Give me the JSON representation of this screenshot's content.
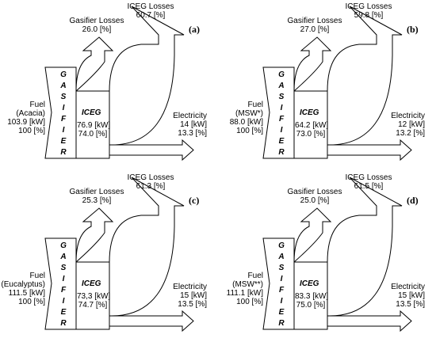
{
  "panels": [
    {
      "tag": "(a)",
      "fuel": {
        "title": "Fuel",
        "source": "(Acacia)",
        "power": "103.9 [kW]",
        "pct": "100 [%]"
      },
      "gasifier": {
        "letters": [
          "G",
          "A",
          "S",
          "I",
          "F",
          "I",
          "E",
          "R"
        ]
      },
      "gasifier_losses": {
        "title": "Gasifier Losses",
        "value": "26.0 [%]"
      },
      "iceg": {
        "title": "ICEG",
        "power": "76.9 [kW]",
        "pct": "74.0 [%]"
      },
      "iceg_losses": {
        "title": "ICEG Losses",
        "value": "60.7 [%]"
      },
      "electricity": {
        "title": "Electricity",
        "power": "14 [kW]",
        "pct": "13.3 [%]"
      }
    },
    {
      "tag": "(b)",
      "fuel": {
        "title": "Fuel",
        "source": "(MSW*)",
        "power": "88.0 [kW]",
        "pct": "100 [%]"
      },
      "gasifier": {
        "letters": [
          "G",
          "A",
          "S",
          "I",
          "F",
          "I",
          "E",
          "R"
        ]
      },
      "gasifier_losses": {
        "title": "Gasifier Losses",
        "value": "27.0 [%]"
      },
      "iceg": {
        "title": "ICEG",
        "power": "64.2 [kW]",
        "pct": "73.0 [%]"
      },
      "iceg_losses": {
        "title": "ICEG Losses",
        "value": "59.8 [%]"
      },
      "electricity": {
        "title": "Electricity",
        "power": "12 [kW]",
        "pct": "13.2 [%]"
      }
    },
    {
      "tag": "(c)",
      "fuel": {
        "title": "Fuel",
        "source": "(Eucalyptus)",
        "power": "111.5 [kW]",
        "pct": "100 [%]"
      },
      "gasifier": {
        "letters": [
          "G",
          "A",
          "S",
          "I",
          "F",
          "I",
          "E",
          "R"
        ]
      },
      "gasifier_losses": {
        "title": "Gasifier Losses",
        "value": "25.3 [%]"
      },
      "iceg": {
        "title": "ICEG",
        "power": "73,3 [kW]",
        "pct": "74.7 [%]"
      },
      "iceg_losses": {
        "title": "ICEG Losses",
        "value": "61.3 [%]"
      },
      "electricity": {
        "title": "Electricity",
        "power": "15 [kW]",
        "pct": "13.5 [%]"
      }
    },
    {
      "tag": "(d)",
      "fuel": {
        "title": "Fuel",
        "source": "(MSW**)",
        "power": "111.1 [kW]",
        "pct": "100 [%]"
      },
      "gasifier": {
        "letters": [
          "G",
          "A",
          "S",
          "I",
          "F",
          "I",
          "E",
          "R"
        ]
      },
      "gasifier_losses": {
        "title": "Gasifier Losses",
        "value": "25.0 [%]"
      },
      "iceg": {
        "title": "ICEG",
        "power": "83.3 [kW]",
        "pct": "75.0 [%]"
      },
      "iceg_losses": {
        "title": "ICEG Losses",
        "value": "61.5 [%]"
      },
      "electricity": {
        "title": "Electricity",
        "power": "15 [kW]",
        "pct": "13.5 [%]"
      }
    }
  ]
}
